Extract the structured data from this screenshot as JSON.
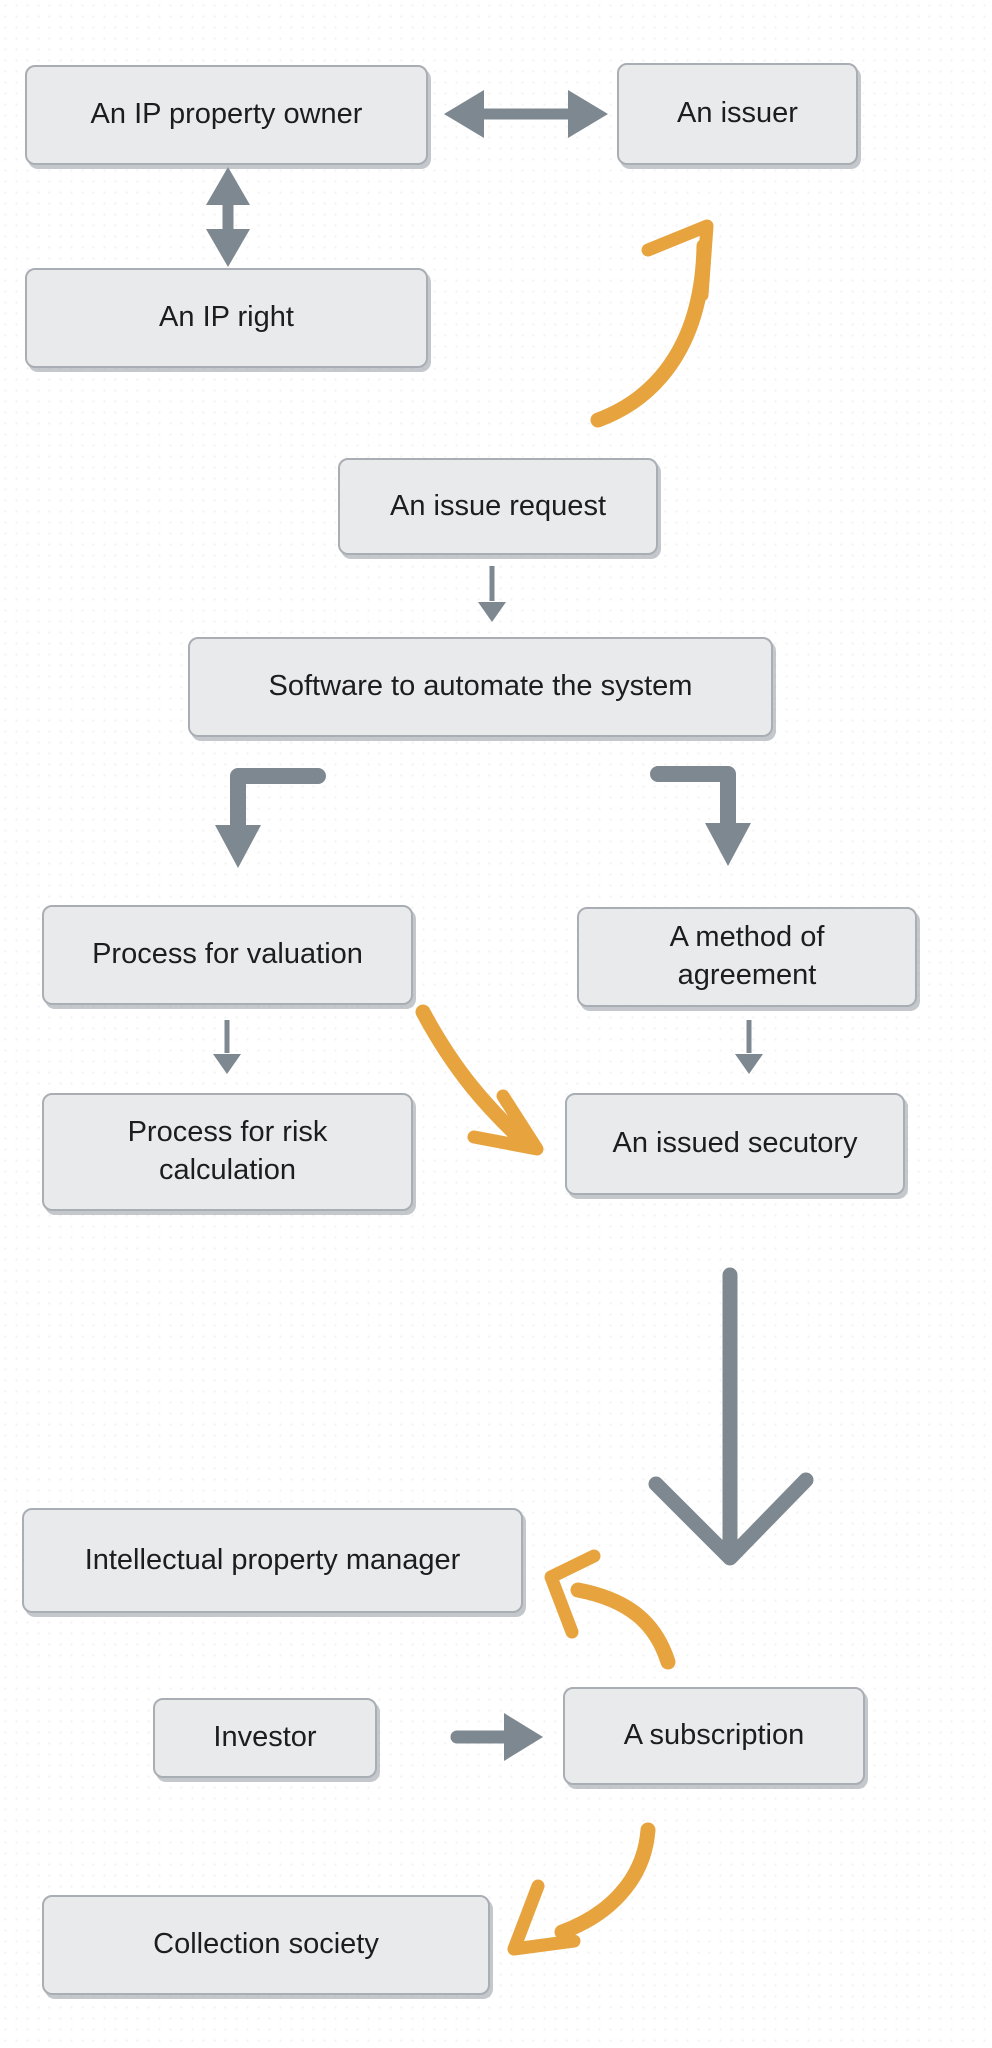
{
  "colors": {
    "background": "#ffffff",
    "box_fill": "#e9eaec",
    "box_border": "#a9aeb4",
    "box_shadow": "#949ba3",
    "arrow_gray": "#7e8890",
    "arrow_orange": "#e7a43e",
    "text": "#1b1d1f"
  },
  "diagram": {
    "nodes": [
      {
        "id": "ip-property-owner",
        "label": "An IP property owner"
      },
      {
        "id": "issuer",
        "label": "An issuer"
      },
      {
        "id": "ip-right",
        "label": "An IP right"
      },
      {
        "id": "issue-request",
        "label": "An issue request"
      },
      {
        "id": "software",
        "label": "Software to automate the system"
      },
      {
        "id": "process-valuation",
        "label": "Process for valuation"
      },
      {
        "id": "method-agreement",
        "label": "A method of\nagreement"
      },
      {
        "id": "process-risk",
        "label": "Process for risk\ncalculation"
      },
      {
        "id": "issued-secutory",
        "label": "An issued secutory"
      },
      {
        "id": "ip-manager",
        "label": "Intellectual property manager"
      },
      {
        "id": "investor",
        "label": "Investor"
      },
      {
        "id": "subscription",
        "label": "A subscription"
      },
      {
        "id": "collection-society",
        "label": "Collection society"
      }
    ],
    "edges": [
      {
        "from": "ip-property-owner",
        "to": "issuer",
        "style": "double-headed",
        "color": "gray"
      },
      {
        "from": "ip-property-owner",
        "to": "ip-right",
        "style": "double-headed",
        "color": "gray"
      },
      {
        "from": "issue-request",
        "to": "issuer",
        "style": "hand-drawn-curve",
        "color": "orange"
      },
      {
        "from": "issue-request",
        "to": "software",
        "style": "straight",
        "color": "gray"
      },
      {
        "from": "software",
        "to": "process-valuation",
        "style": "elbow",
        "color": "gray"
      },
      {
        "from": "software",
        "to": "method-agreement",
        "style": "elbow",
        "color": "gray"
      },
      {
        "from": "process-valuation",
        "to": "process-risk",
        "style": "straight",
        "color": "gray"
      },
      {
        "from": "method-agreement",
        "to": "issued-secutory",
        "style": "straight",
        "color": "gray"
      },
      {
        "from": "process-valuation",
        "to": "issued-secutory",
        "style": "hand-drawn-curve",
        "color": "orange"
      },
      {
        "from": "issued-secutory",
        "to": "subscription",
        "style": "long-straight",
        "color": "gray"
      },
      {
        "from": "investor",
        "to": "subscription",
        "style": "straight",
        "color": "gray"
      },
      {
        "from": "subscription",
        "to": "ip-manager",
        "style": "hand-drawn-curve",
        "color": "orange"
      },
      {
        "from": "subscription",
        "to": "collection-society",
        "style": "hand-drawn-curve",
        "color": "orange"
      }
    ]
  }
}
